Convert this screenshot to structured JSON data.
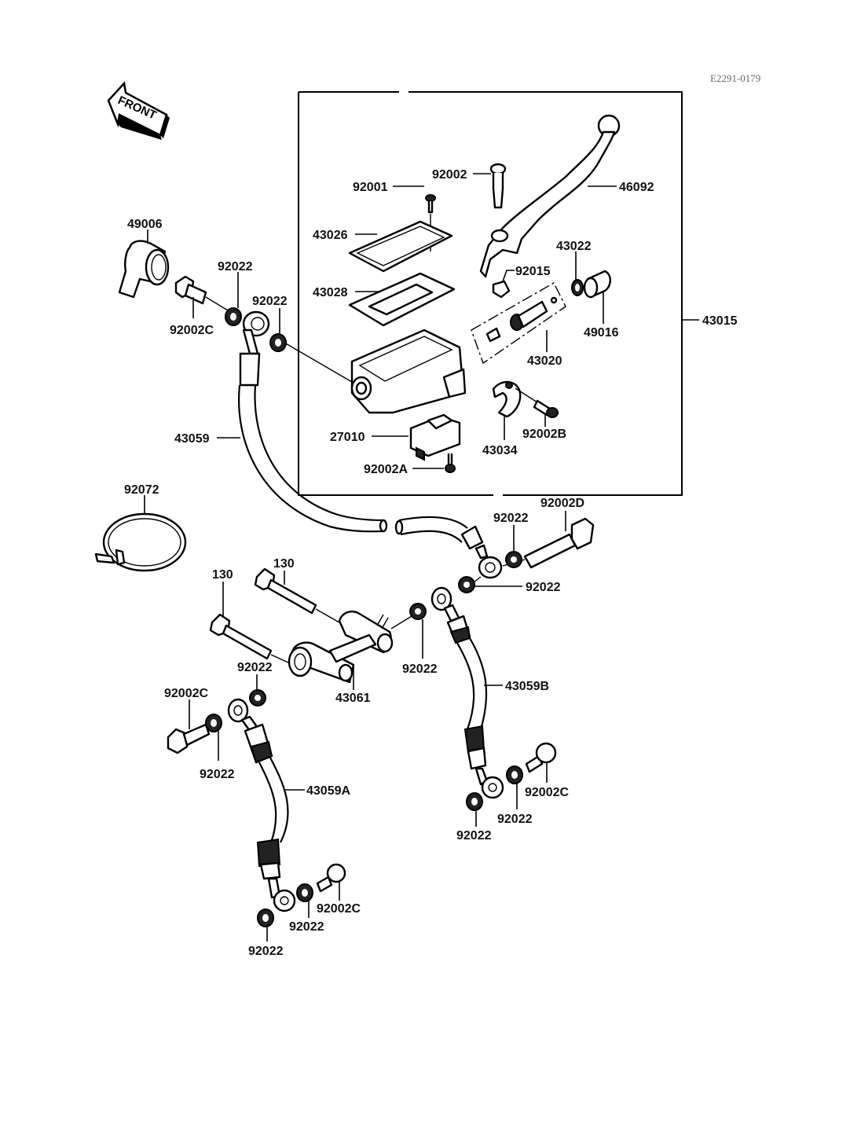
{
  "diagram": {
    "reference_code": "E2291-0179",
    "front_indicator": "FRONT",
    "assembly_label": "43015",
    "parts": {
      "p92002_top": "92002",
      "p46092": "46092",
      "p92001": "92001",
      "p43026": "43026",
      "p43028": "43028",
      "p43022": "43022",
      "p92015": "92015",
      "p49016": "49016",
      "p43020": "43020",
      "p27010": "27010",
      "p92002A": "92002A",
      "p43034": "43034",
      "p92002B": "92002B",
      "p49006": "49006",
      "p92022_a": "92022",
      "p92022_b": "92022",
      "p92002C_top": "92002C",
      "p43059": "43059",
      "p92072": "92072",
      "p92022_c": "92022",
      "p92002D": "92002D",
      "p92022_d": "92022",
      "p130_a": "130",
      "p130_b": "130",
      "p92022_e": "92022",
      "p43061": "43061",
      "p92022_f": "92022",
      "p92002C_left": "92002C",
      "p92022_g": "92022",
      "p43059A": "43059A",
      "p43059B": "43059B",
      "p92002C_right": "92002C",
      "p92022_h": "92022",
      "p92022_i": "92022",
      "p92002C_bottom": "92002C",
      "p92022_j": "92022",
      "p92022_k": "92022"
    }
  }
}
